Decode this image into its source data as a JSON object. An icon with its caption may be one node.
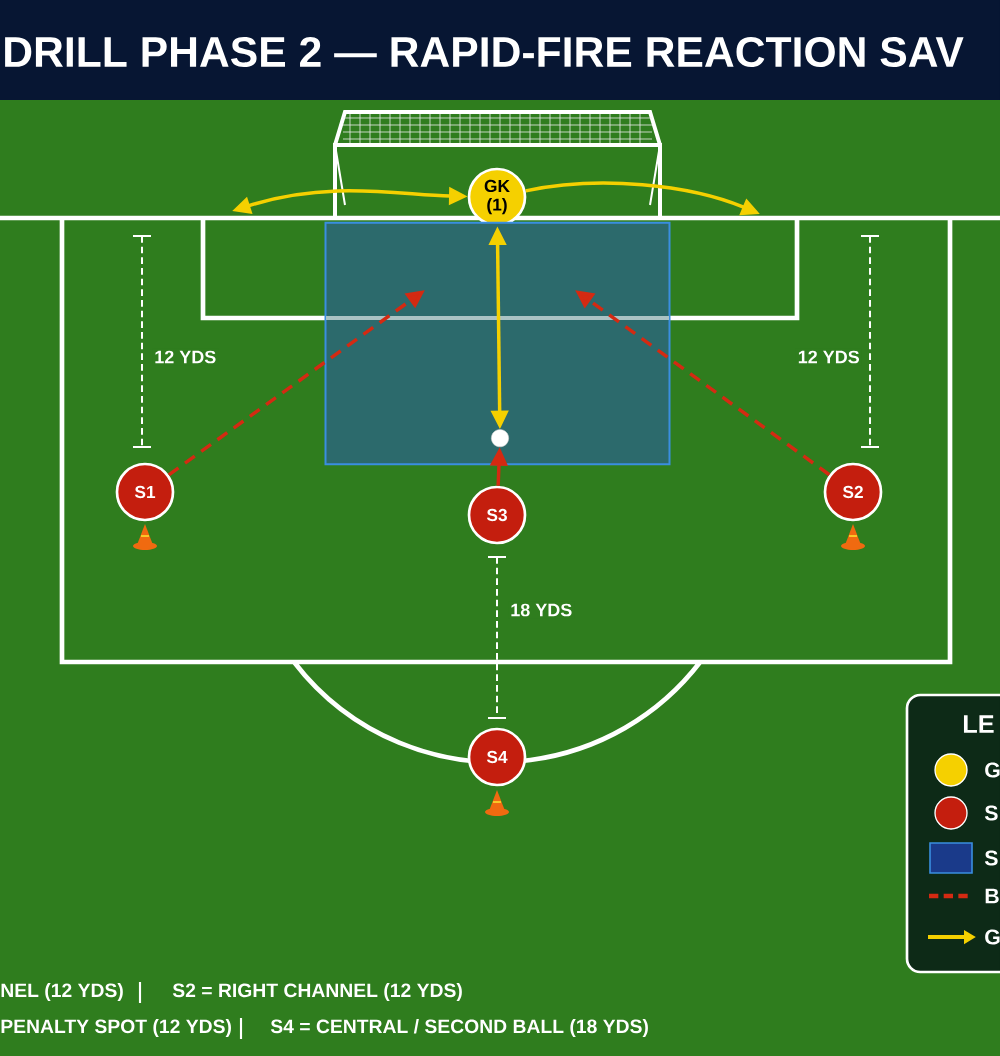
{
  "diagram": {
    "title": "DRILL PHASE 2 — RAPID-FIRE REACTION SAV",
    "nodes": [
      {
        "text": [
          "GK (1)"
        ]
      },
      {
        "text": [],
        "shape": "box"
      },
      {
        "text": [],
        "shape": "circle",
        "in": 1
      },
      {
        "text": [
          "S1"
        ]
      },
      {
        "text": [
          "S2"
        ]
      },
      {
        "text": [
          "S3"
        ]
      },
      {
        "text": [
          "S4"
        ]
      }
    ],
    "edges": [
      {
        "from": null,
        "to": 0,
        "arrow": "both",
        "color": "#f5d000"
      },
      {
        "from": 0,
        "to": null,
        "arrow": "to",
        "color": "#f5d000"
      },
      {
        "from": 0,
        "to": 2,
        "arrow": "both",
        "color": "#f5d000"
      },
      {
        "from": 3,
        "to": 1,
        "arrow": "to",
        "style": "dashed",
        "color": "#d42a12"
      },
      {
        "from": 4,
        "to": 1,
        "arrow": "to",
        "style": "dashed",
        "color": "#d42a12"
      },
      {
        "from": 5,
        "to": 2,
        "arrow": "to",
        "color": "#d42a12"
      }
    ],
    "labels": [
      "12 YDS",
      "12 YDS",
      "18 YDS",
      "LE",
      "NEL (12 YDS)",
      "S2 = RIGHT CHANNEL (12 YDS)",
      "PENALTY SPOT (12 YDS)",
      "S4 = CENTRAL / SECOND BALL (18 YDS)"
    ],
    "legend": [
      {
        "text": "G",
        "color": "#f5d000"
      },
      {
        "text": "S",
        "color": "#c41e0e"
      },
      {
        "text": "S",
        "color": "#1a3a8a"
      },
      {
        "text": "B"
      },
      {
        "text": "G"
      }
    ]
  }
}
